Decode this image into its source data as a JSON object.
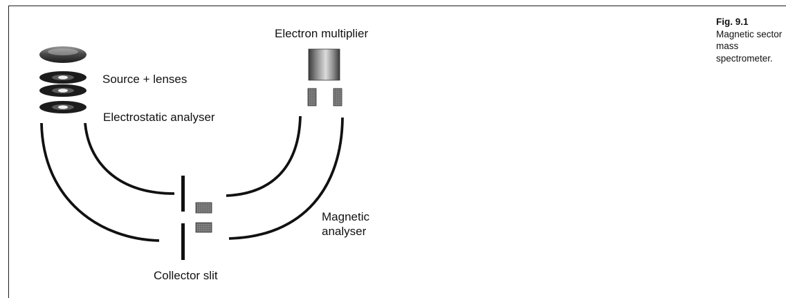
{
  "labels": {
    "electron_multiplier": "Electron multiplier",
    "source_lenses": "Source + lenses",
    "electrostatic_analyser": "Electrostatic analyser",
    "magnetic_analyser_line1": "Magnetic",
    "magnetic_analyser_line2": "analyser",
    "collector_slit": "Collector slit"
  },
  "caption": {
    "number": "Fig. 9.1",
    "text": "Magnetic sector mass spectrometer."
  }
}
